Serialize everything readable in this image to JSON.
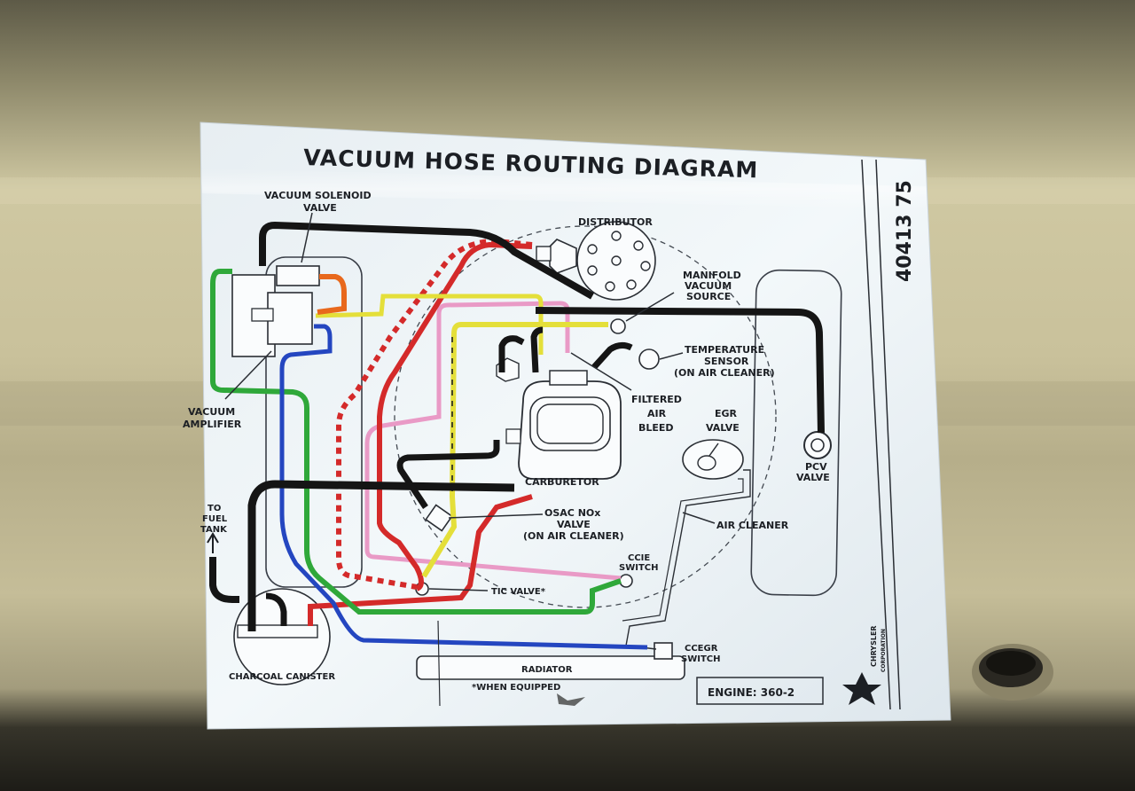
{
  "decal": {
    "title": "VACUUM HOSE ROUTING DIAGRAM",
    "part_number": "40413 75",
    "engine": "ENGINE: 360-2",
    "footnote": "*WHEN EQUIPPED",
    "brand": "CHRYSLER",
    "brand_sub": "CORPORATION",
    "labels": {
      "vacuum_solenoid_1": "VACUUM SOLENOID",
      "vacuum_solenoid_2": "VALVE",
      "distributor": "DISTRIBUTOR",
      "manifold_1": "MANIFOLD",
      "manifold_2": "VACUUM",
      "manifold_3": "SOURCE",
      "temp_1": "TEMPERATURE",
      "temp_2": "SENSOR",
      "temp_3": "(ON AIR CLEANER)",
      "filtered_1": "FILTERED",
      "filtered_2": "AIR",
      "filtered_3": "BLEED",
      "egr_1": "EGR",
      "egr_2": "VALVE",
      "vacuum_amp_1": "VACUUM",
      "vacuum_amp_2": "AMPLIFIER",
      "pcv_1": "PCV",
      "pcv_2": "VALVE",
      "to_fuel_tank_1": "TO",
      "to_fuel_tank_2": "FUEL",
      "to_fuel_tank_3": "TANK",
      "carburetor": "CARBURETOR",
      "osac_1": "OSAC NOx",
      "osac_2": "VALVE",
      "osac_3": "(ON AIR CLEANER)",
      "air_cleaner": "AIR CLEANER",
      "ccie_1": "CCIE",
      "ccie_2": "SWITCH",
      "tic_valve": "TIC VALVE*",
      "ccegr_1": "CCEGR",
      "ccegr_2": "SWITCH",
      "charcoal_canister": "CHARCOAL CANISTER",
      "radiator": "RADIATOR"
    }
  },
  "colors": {
    "wall_base": "#cfc7a0",
    "wall_shadow": "#6c6a52",
    "paper": "#eef4f6",
    "ink": "#1c1f24",
    "hose_black": "#151515",
    "hose_red": "#d42a2a",
    "hose_green": "#2fa83a",
    "hose_blue": "#2446c0",
    "hose_yellow": "#e4df3a",
    "hose_pink": "#e99ac6",
    "hose_orange": "#e8681c"
  }
}
